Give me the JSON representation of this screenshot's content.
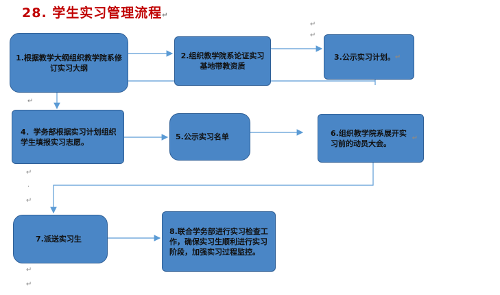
{
  "title": "28. 学生实习管理流程",
  "para_mark": "↵",
  "dot_mark": ".",
  "steps": [
    {
      "id": 1,
      "text": "1.根据教学大纲组织教学院系修订实习大纲"
    },
    {
      "id": 2,
      "text": "2.组织教学院系论证实习基地带教资质"
    },
    {
      "id": 3,
      "text": "3.公示实习计划。"
    },
    {
      "id": 4,
      "text": "4．学务部根据实习计划组织学生填报实习志愿。"
    },
    {
      "id": 5,
      "text": "5.公示实习名单"
    },
    {
      "id": 6,
      "text": "6.组织教学院系展开实习前的动员大会。"
    },
    {
      "id": 7,
      "text": "7.派送实习生"
    },
    {
      "id": 8,
      "text": "8.联合学务部进行实习检查工作，确保实习生顺利进行实习阶段，加强实习过程监控。"
    }
  ],
  "colors": {
    "box_fill": "#4a86c6",
    "line": "#5b9bd5",
    "title": "#c00000"
  }
}
